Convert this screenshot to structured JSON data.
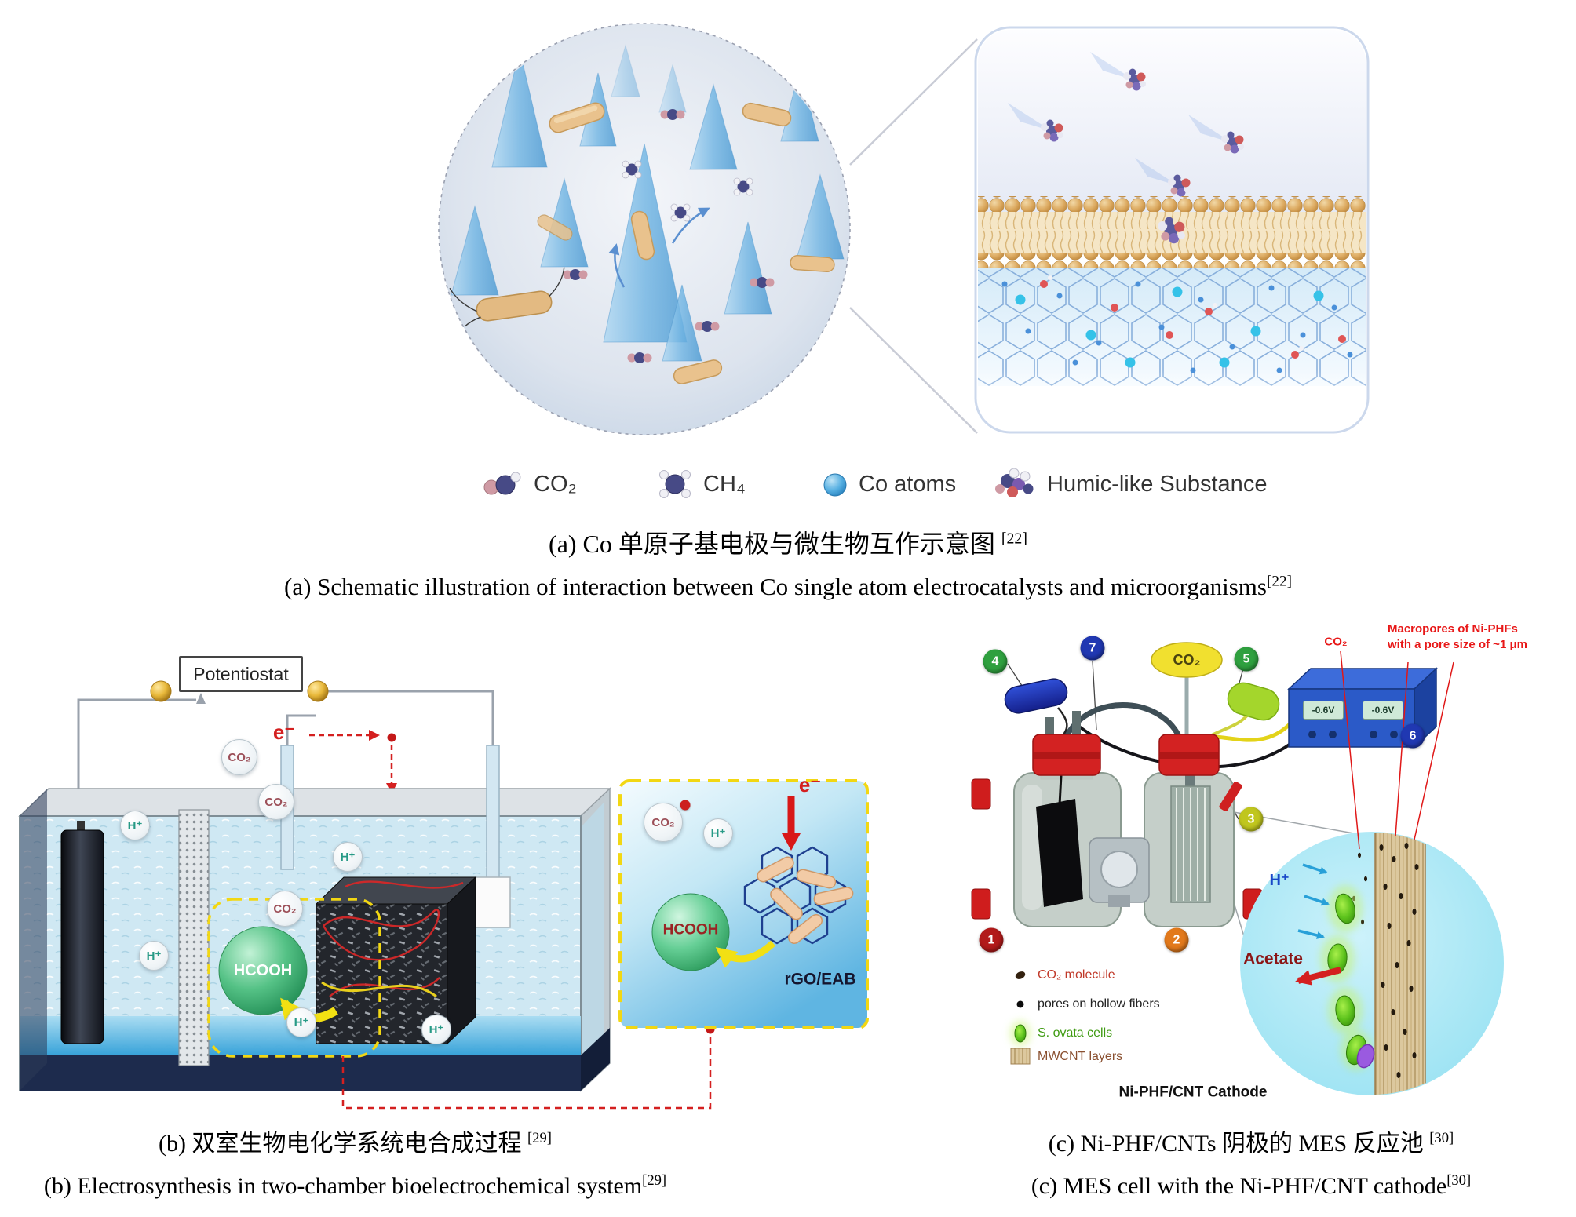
{
  "colors": {
    "accent_yellow": "#f2d713",
    "signal_red": "#d42020",
    "hcooh_green": "#2f9e5f",
    "water_blue": "#cfe8f3",
    "zoom_cyan": "#aee9f5",
    "power_supply_blue": "#2b5ac8",
    "cap_red": "#d32222"
  },
  "panel_a": {
    "legend": [
      {
        "label": "CO₂"
      },
      {
        "label": "CH₄"
      },
      {
        "label": "Co atoms"
      },
      {
        "label": "Humic-like Substance"
      }
    ],
    "caption_zh": "(a) Co 单原子基电极与微生物互作示意图 ",
    "caption_zh_ref": "[22]",
    "caption_en": "(a) Schematic illustration of interaction between Co single atom electrocatalysts and microorganisms",
    "caption_en_ref": "[22]"
  },
  "panel_b": {
    "potentiostat": "Potentiostat",
    "electron": "e⁻",
    "co2": "CO₂",
    "h_plus": "H⁺",
    "hcooh": "HCOOH",
    "rgo_eab": "rGO/EAB",
    "caption_zh": "(b) 双室生物电化学系统电合成过程 ",
    "caption_zh_ref": "[29]",
    "caption_en": "(b) Electrosynthesis in two-chamber bioelectrochemical system",
    "caption_en_ref": "[29]"
  },
  "panel_c": {
    "markers": [
      {
        "label": "1"
      },
      {
        "label": "2"
      },
      {
        "label": "3"
      },
      {
        "label": "4"
      },
      {
        "label": "5"
      },
      {
        "label": "6"
      },
      {
        "label": "7"
      }
    ],
    "co2_feed": "CO₂",
    "voltage_left": "-0.6V",
    "voltage_right": "-0.6V",
    "macropores_note_line1": "Macropores of Ni-PHFs",
    "macropores_note_line2": "with a pore size of ~1 μm",
    "co2_note": "CO₂",
    "h_plus": "H⁺",
    "acetate": "Acetate",
    "legend": [
      {
        "label": "CO₂ molecule"
      },
      {
        "label": "pores on hollow fibers"
      },
      {
        "label": "S. ovata cells"
      },
      {
        "label": "MWCNT layers"
      }
    ],
    "cathode_label": "Ni-PHF/CNT Cathode",
    "caption_zh": "(c) Ni-PHF/CNTs 阴极的 MES 反应池 ",
    "caption_zh_ref": "[30]",
    "caption_en": "(c) MES cell with the Ni-PHF/CNT cathode",
    "caption_en_ref": "[30]"
  }
}
